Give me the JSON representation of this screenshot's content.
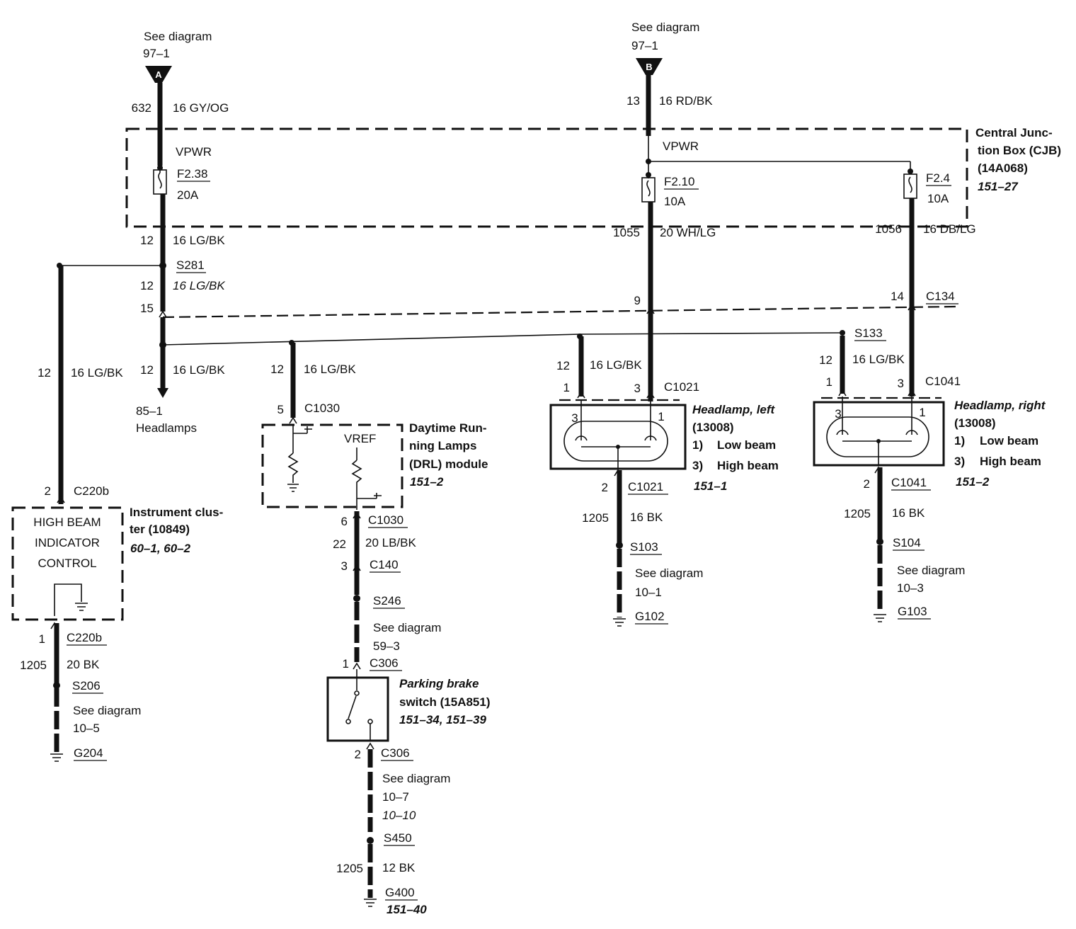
{
  "connector_A": {
    "see": "See diagram",
    "ref": "97–1",
    "letter": "A",
    "circuit": "632",
    "wire": "16 GY/OG"
  },
  "connector_B": {
    "see": "See diagram",
    "ref": "97–1",
    "letter": "B",
    "circuit": "13",
    "wire": "16 RD/BK"
  },
  "cjb": {
    "title_1": "Central Junc-",
    "title_2": "tion Box (CJB)",
    "part": "(14A068)",
    "ref": "151–27",
    "vpwr_left": "VPWR",
    "vpwr_right": "VPWR",
    "fuse_f238": {
      "name": "F2.38",
      "rating": "20A"
    },
    "fuse_f210": {
      "name": "F2.10",
      "rating": "10A"
    },
    "fuse_f24": {
      "name": "F2.4",
      "rating": "10A"
    }
  },
  "left_wires": {
    "below_fuse_circuit": "12",
    "below_fuse_wire": "16 LG/BK",
    "splice": "S281",
    "mid_circuit": "12",
    "mid_wire": "16 LG/BK",
    "pin_15": "15",
    "headlamps_circuit": "12",
    "headlamps_wire": "16 LG/BK",
    "headlamps_ref": "85–1",
    "headlamps_label": "Headlamps",
    "cluster_feed_circuit": "12",
    "cluster_feed_wire": "16 LG/BK"
  },
  "cluster": {
    "pin_top": "2",
    "conn_top": "C220b",
    "line1": "HIGH BEAM",
    "line2": "INDICATOR",
    "line3": "CONTROL",
    "title_1": "Instrument clus-",
    "title_2": "ter (10849)",
    "ref": "60–1, 60–2",
    "pin_bottom": "1",
    "conn_bottom": "C220b",
    "gnd_circuit": "1205",
    "gnd_wire": "20 BK",
    "splice": "S206",
    "see": "See diagram",
    "see_ref": "10–5",
    "ground": "G204"
  },
  "drl": {
    "feed_circuit": "12",
    "feed_wire": "16 LG/BK",
    "pin_in": "5",
    "conn_in": "C1030",
    "vref": "VREF",
    "title_1": "Daytime Run-",
    "title_2": "ning Lamps",
    "title_3": "(DRL) module",
    "ref": "151–2",
    "pin_out": "6",
    "conn_out": "C1030",
    "out_circuit": "22",
    "out_wire": "20 LB/BK",
    "pin_c140": "3",
    "conn_c140": "C140",
    "splice": "S246",
    "see": "See diagram",
    "see_ref": "59–3"
  },
  "parking_brake": {
    "pin_top": "1",
    "conn_top": "C306",
    "title_1": "Parking brake",
    "title_2": "switch (15A851)",
    "ref": "151–34, 151–39",
    "pin_bottom": "2",
    "conn_bottom": "C306",
    "see": "See diagram",
    "see_ref_1": "10–7",
    "see_ref_2": "10–10",
    "splice": "S450",
    "gnd_circuit": "1205",
    "gnd_wire": "12 BK",
    "ground": "G400",
    "ground_ref": "151–40"
  },
  "c134": {
    "name": "C134",
    "pin_9": "9",
    "pin_14": "14"
  },
  "headlamp_left": {
    "feed_circuit": "1055",
    "feed_wire": "20 WH/LG",
    "lg_circuit": "12",
    "lg_wire": "16 LG/BK",
    "pin_1": "1",
    "pin_3": "3",
    "conn": "C1021",
    "lamp_pin_3": "3",
    "lamp_pin_1": "1",
    "title": "Headlamp, left",
    "part": "(13008)",
    "beam_1_num": "1)",
    "beam_1": "Low beam",
    "beam_3_num": "3)",
    "beam_3": "High beam",
    "ref": "151–1",
    "pin_gnd": "2",
    "conn_gnd": "C1021",
    "gnd_circuit": "1205",
    "gnd_wire": "16 BK",
    "splice": "S103",
    "see": "See diagram",
    "see_ref": "10–1",
    "ground": "G102"
  },
  "headlamp_right": {
    "feed_circuit": "1056",
    "feed_wire": "16 DB/LG",
    "splice_top": "S133",
    "lg_circuit": "12",
    "lg_wire": "16 LG/BK",
    "pin_1": "1",
    "pin_3": "3",
    "conn": "C1041",
    "lamp_pin_3": "3",
    "lamp_pin_1": "1",
    "title": "Headlamp, right",
    "part": "(13008)",
    "beam_1_num": "1)",
    "beam_1": "Low beam",
    "beam_3_num": "3)",
    "beam_3": "High beam",
    "ref": "151–2",
    "pin_gnd": "2",
    "conn_gnd": "C1041",
    "gnd_circuit": "1205",
    "gnd_wire": "16 BK",
    "splice": "S104",
    "see": "See diagram",
    "see_ref": "10–3",
    "ground": "G103"
  }
}
